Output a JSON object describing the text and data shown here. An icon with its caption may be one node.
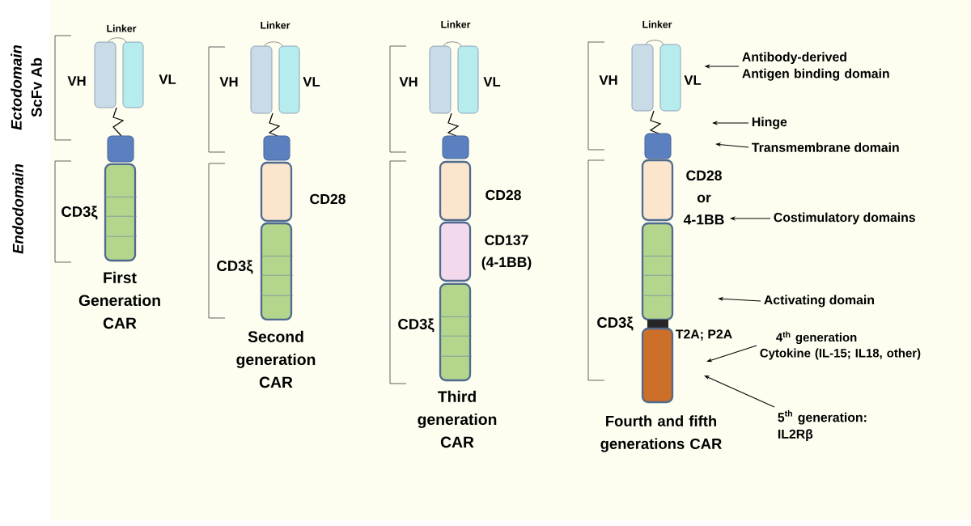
{
  "diagram": {
    "nodes": [
      {
        "text": [
          "VL"
        ]
      },
      {
        "text": [
          "Antibody-derived Antigen binding domain"
        ]
      },
      {
        "text": [
          "Hinge"
        ]
      },
      {
        "text": [
          "Transmembrane domain"
        ]
      },
      {
        "text": [
          "CD28 or 4-1BB"
        ]
      },
      {
        "text": [
          "Costimulatory domains"
        ]
      },
      {
        "text": [
          "Activating domain"
        ]
      },
      {
        "text": [
          "4$^{th}$ generation",
          "Cytokine (IL-15; IL18, other)"
        ]
      },
      {
        "text": [
          "5$^{th}$ generation: IL2Rβ"
        ]
      }
    ],
    "edges": [
      {
        "from": 1,
        "to": 0,
        "arrow": "to"
      },
      {
        "from": 2,
        "to": null,
        "arrow": "to"
      },
      {
        "from": 3,
        "to": null,
        "arrow": "to"
      },
      {
        "from": 5,
        "to": 4,
        "arrow": "to"
      },
      {
        "from": 6,
        "to": null,
        "arrow": "to"
      },
      {
        "from": 7,
        "to": null,
        "arrow": "to"
      },
      {
        "from": 8,
        "to": null,
        "arrow": "to"
      }
    ],
    "labels": [
      "Linker",
      "Linker",
      "Linker",
      "Linker",
      "Ectodomain",
      "ScFv Ab",
      "VH",
      "VL",
      "VH",
      "VL",
      "VH",
      "VL",
      "VH",
      "CD28",
      "CD28",
      "CD137 (4-1BB)",
      "Endodomain",
      "CD3ξ",
      "CD3ξ",
      "CD3ξ",
      "CD3ξ",
      "T2A; P2A",
      "First Generation CAR",
      "Second generation CAR",
      "Third generation CAR",
      "Fourth and fifth generations CAR"
    ]
  }
}
